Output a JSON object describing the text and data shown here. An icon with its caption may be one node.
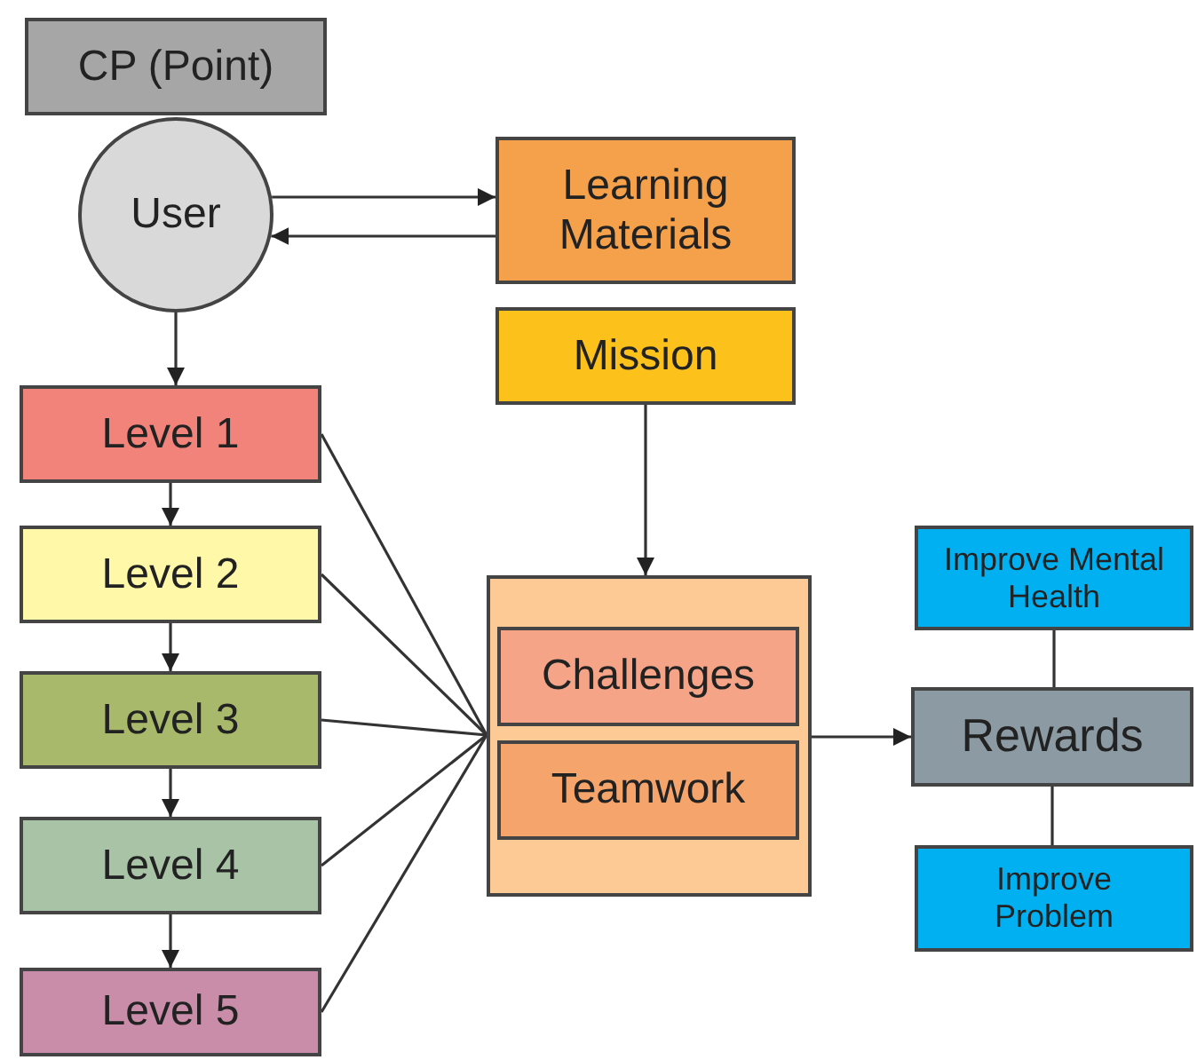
{
  "diagram": {
    "nodes": [
      {
        "text": [
          "CP (Point)"
        ]
      },
      {
        "text": [
          "User"
        ]
      },
      {
        "text": [
          "Learning Materials"
        ]
      },
      {
        "text": [
          "Mission"
        ]
      },
      {
        "text": [
          "Level 1"
        ]
      },
      {
        "text": [
          "Level 2"
        ]
      },
      {
        "text": [
          "Level 3"
        ]
      },
      {
        "text": [
          "Level 4"
        ]
      },
      {
        "text": [
          "Level 5"
        ]
      },
      {
        "text": [],
        "shape": "box"
      },
      {
        "text": [
          "Challenges"
        ],
        "in": 9
      },
      {
        "text": [
          "Teamwork"
        ],
        "in": 9
      },
      {
        "text": [
          "Rewards"
        ]
      },
      {
        "text": [
          "Improve Mental Health"
        ]
      },
      {
        "text": [
          "Improve Problem"
        ]
      }
    ],
    "edges": [
      {
        "from": 1,
        "to": 2,
        "arrow": "to"
      },
      {
        "from": 2,
        "to": 1,
        "arrow": "to"
      },
      {
        "from": 1,
        "to": 4,
        "arrow": "to"
      },
      {
        "from": 4,
        "to": 5,
        "arrow": "to"
      },
      {
        "from": 5,
        "to": 6,
        "arrow": "to"
      },
      {
        "from": 6,
        "to": 7,
        "arrow": "to"
      },
      {
        "from": 7,
        "to": 8,
        "arrow": "to"
      },
      {
        "from": 4,
        "to": 9,
        "arrow": "none"
      },
      {
        "from": 5,
        "to": 9,
        "arrow": "none"
      },
      {
        "from": 6,
        "to": 9,
        "arrow": "none"
      },
      {
        "from": 7,
        "to": 9,
        "arrow": "none"
      },
      {
        "from": 8,
        "to": 9,
        "arrow": "none"
      },
      {
        "from": 3,
        "to": 9,
        "arrow": "to"
      },
      {
        "from": 9,
        "to": 12,
        "arrow": "to"
      },
      {
        "from": 13,
        "to": 12,
        "arrow": "none"
      },
      {
        "from": 12,
        "to": 14,
        "arrow": "none"
      }
    ]
  }
}
